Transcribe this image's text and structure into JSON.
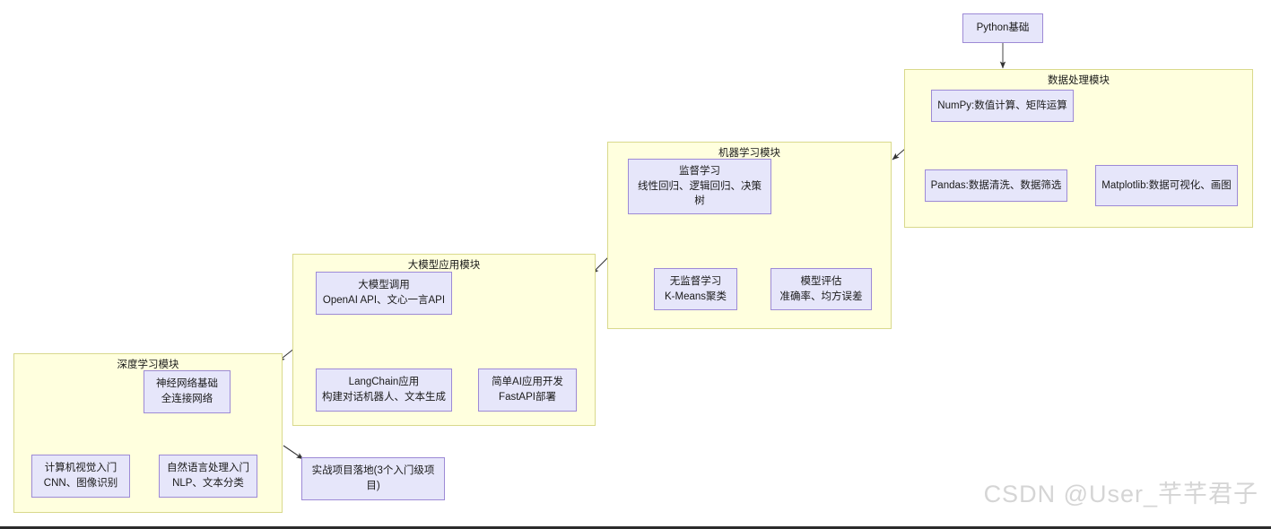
{
  "diagram": {
    "title_watermark": "CSDN @User_芊芊君子",
    "colors": {
      "module_fill": "#ffffde",
      "module_border": "#d9d98c",
      "node_fill": "#e6e6fa",
      "node_border": "#9d8ad6",
      "edge": "#333333",
      "watermark": "#d5d5d5",
      "page_background": "#ffffff"
    },
    "root_node": {
      "label": "Python基础"
    },
    "modules": [
      {
        "id": "data-processing",
        "title": "数据处理模块",
        "nodes": [
          {
            "id": "numpy",
            "line1": "NumPy:数值计算、矩阵运算",
            "line2": ""
          },
          {
            "id": "pandas",
            "line1": "Pandas:数据清洗、数据筛选",
            "line2": ""
          },
          {
            "id": "matplotlib",
            "line1": "Matplotlib:数据可视化、画图",
            "line2": ""
          }
        ]
      },
      {
        "id": "machine-learning",
        "title": "机器学习模块",
        "nodes": [
          {
            "id": "supervised",
            "line1": "监督学习",
            "line2": "线性回归、逻辑回归、决策树"
          },
          {
            "id": "unsupervised",
            "line1": "无监督学习",
            "line2": "K-Means聚类"
          },
          {
            "id": "evaluation",
            "line1": "模型评估",
            "line2": "准确率、均方误差"
          }
        ]
      },
      {
        "id": "llm-application",
        "title": "大模型应用模块",
        "nodes": [
          {
            "id": "llm-call",
            "line1": "大模型调用",
            "line2": "OpenAI API、文心一言API"
          },
          {
            "id": "langchain",
            "line1": "LangChain应用",
            "line2": "构建对话机器人、文本生成"
          },
          {
            "id": "simple-ai-app",
            "line1": "简单AI应用开发",
            "line2": "FastAPI部署"
          }
        ]
      },
      {
        "id": "deep-learning",
        "title": "深度学习模块",
        "nodes": [
          {
            "id": "nn-basics",
            "line1": "神经网络基础",
            "line2": "全连接网络"
          },
          {
            "id": "cv-intro",
            "line1": "计算机视觉入门",
            "line2": "CNN、图像识别"
          },
          {
            "id": "nlp-intro",
            "line1": "自然语言处理入门",
            "line2": "NLP、文本分类"
          }
        ]
      }
    ],
    "final_node": {
      "label": "实战项目落地(3个入门级项目)"
    }
  }
}
